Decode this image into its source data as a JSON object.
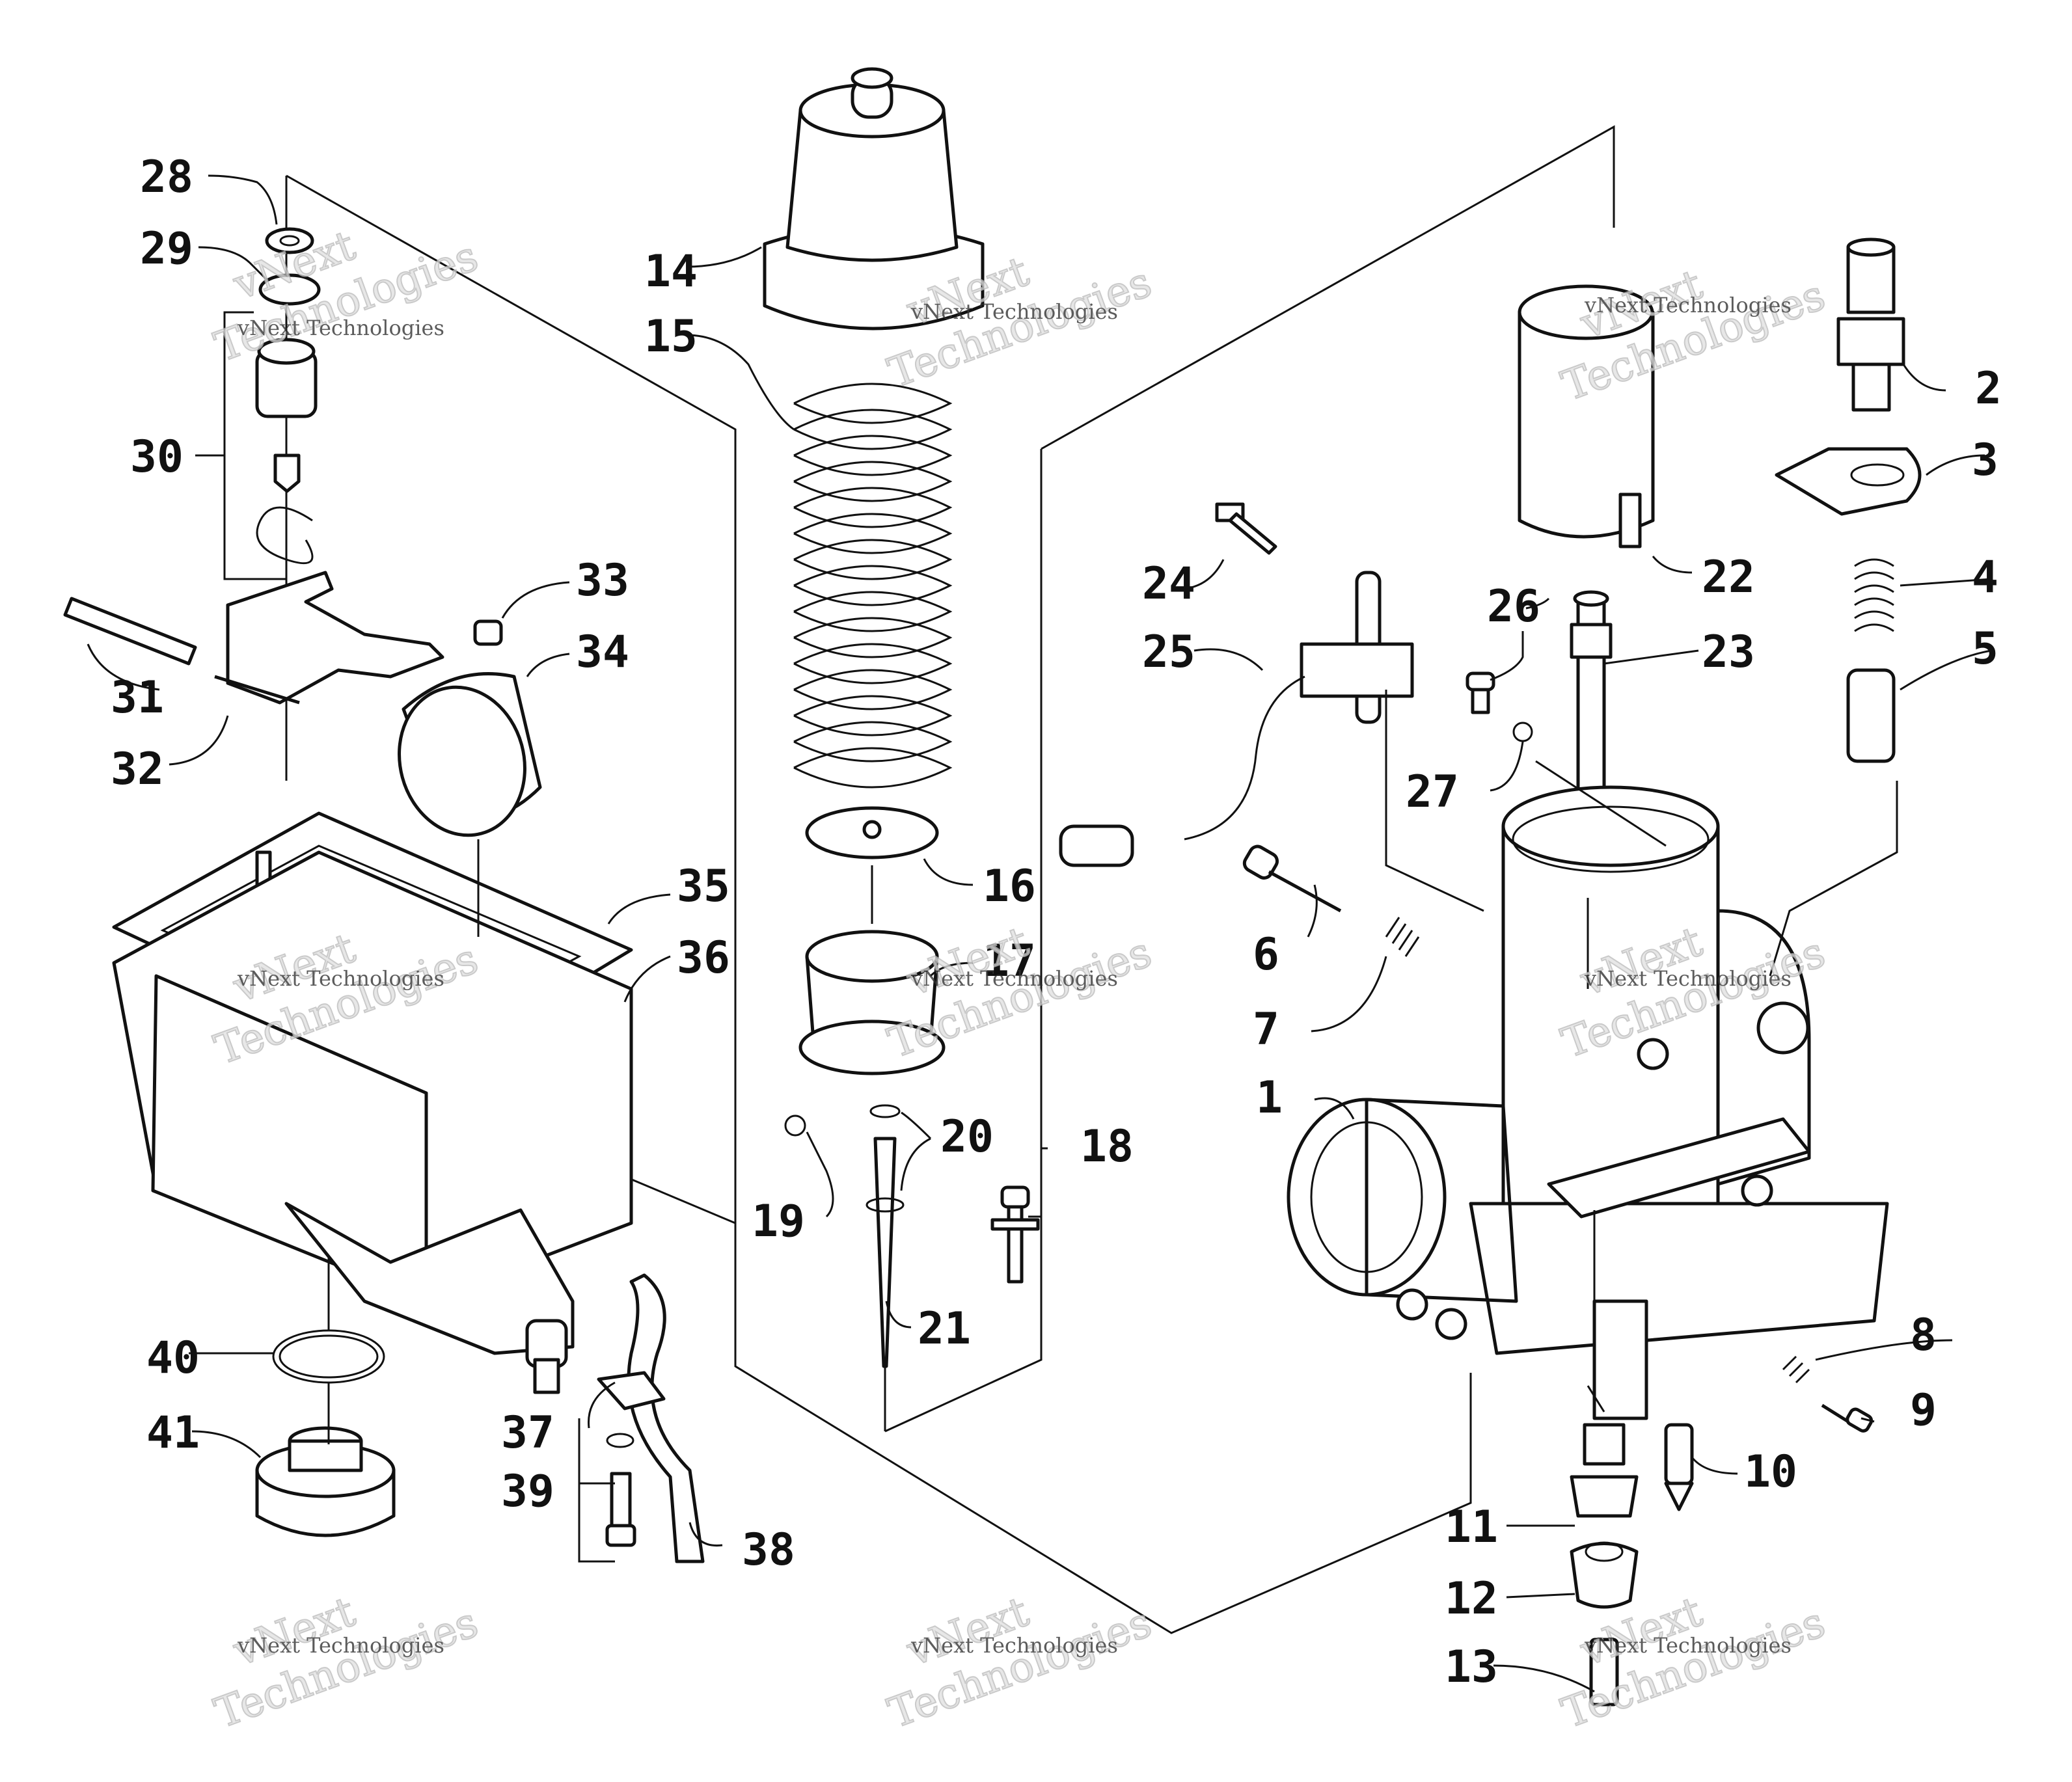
{
  "callouts": [
    "1",
    "2",
    "3",
    "4",
    "5",
    "6",
    "7",
    "8",
    "9",
    "10",
    "11",
    "12",
    "13",
    "14",
    "15",
    "16",
    "17",
    "18",
    "19",
    "20",
    "21",
    "22",
    "23",
    "24",
    "25",
    "26",
    "27",
    "28",
    "29",
    "30",
    "31",
    "32",
    "33",
    "34",
    "35",
    "36",
    "37",
    "38",
    "39",
    "40",
    "41"
  ],
  "watermark": {
    "line1": "vNext Technologies",
    "line2": "Technologies",
    "line3": "vNext"
  }
}
